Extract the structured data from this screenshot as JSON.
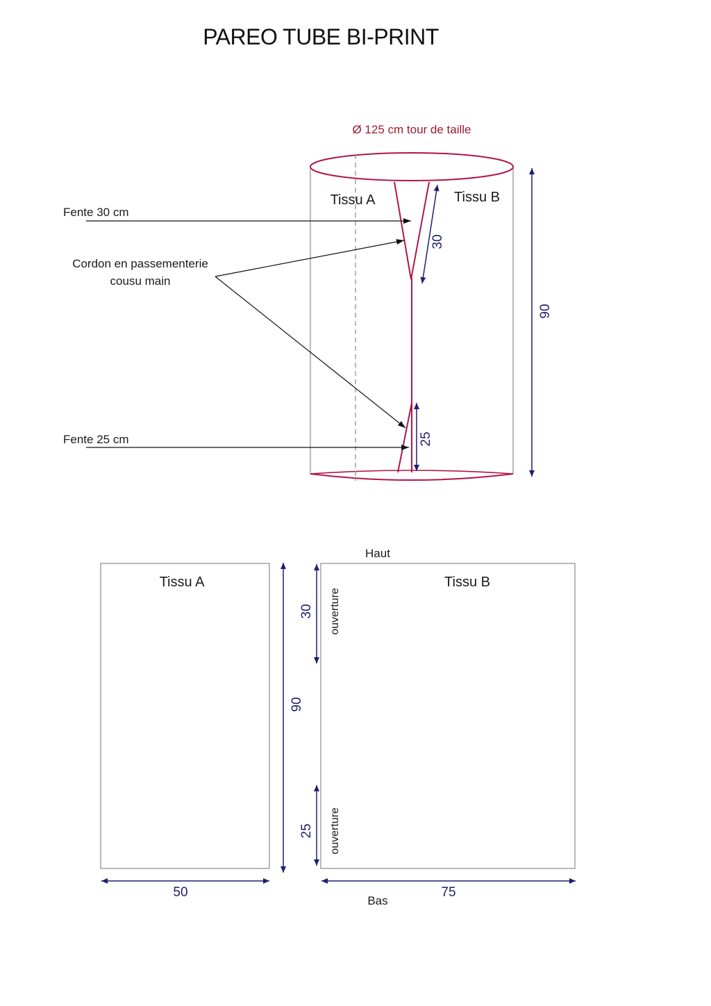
{
  "title": "PAREO TUBE BI-PRINT",
  "tube": {
    "circumference_label": "Ø 125 cm tour de taille",
    "fabric_a": "Tissu A",
    "fabric_b": "Tissu B",
    "slit_top_dim": "30",
    "slit_bottom_dim": "25",
    "height_dim": "90"
  },
  "callouts": {
    "slit_30": "Fente 30 cm",
    "cord_line1": "Cordon en passementerie",
    "cord_line2": "cousu main",
    "slit_25": "Fente 25 cm"
  },
  "flat": {
    "fabric_a": "Tissu A",
    "fabric_b": "Tissu B",
    "top": "Haut",
    "bottom": "Bas",
    "height_dim": "90",
    "width_a_dim": "50",
    "width_b_dim": "75",
    "opening_top_dim": "30",
    "opening_bottom_dim": "25",
    "opening_label_top": "ouverture",
    "opening_label_bottom": "ouverture"
  },
  "colors": {
    "seam": "#b0154a",
    "dimension": "#1d1f6e",
    "outline": "#8a8a8a"
  }
}
